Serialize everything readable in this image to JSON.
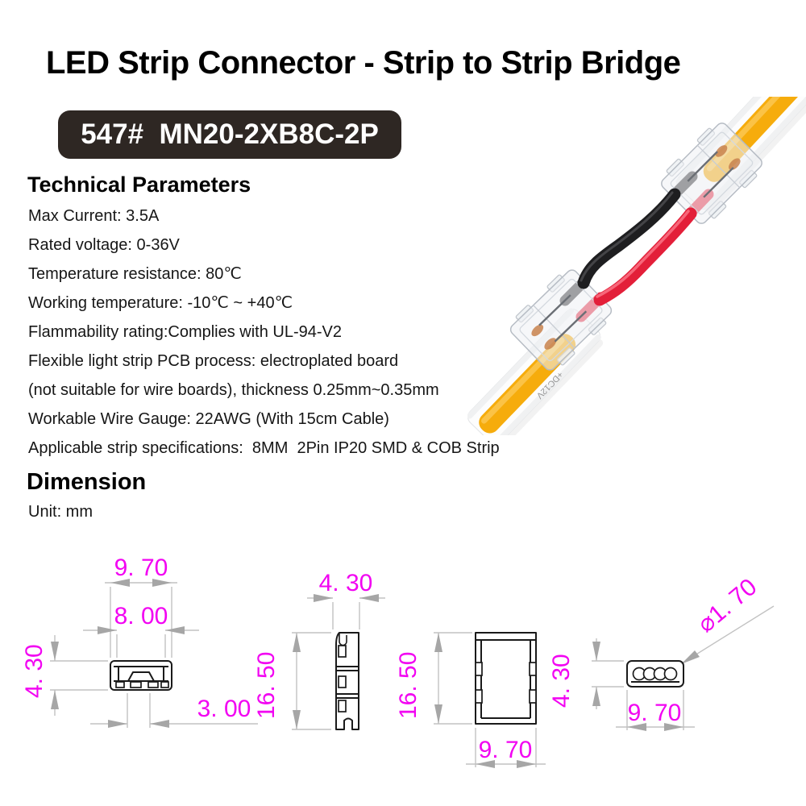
{
  "title": "LED Strip Connector - Strip to Strip Bridge",
  "badge": {
    "label": "547#  MN20-2XB8C-2P",
    "bg": "#2e2723",
    "fg": "#ffffff"
  },
  "technical": {
    "heading": "Technical Parameters",
    "lines": [
      "Max Current: 3.5A",
      "Rated voltage: 0-36V",
      "Temperature resistance: 80℃",
      "Working temperature: -10℃ ~ +40℃",
      "Flammability rating:Complies with UL-94-V2",
      "Flexible light strip PCB process: electroplated board",
      "(not suitable for wire boards), thickness 0.25mm~0.35mm",
      "Workable Wire Gauge: 22AWG (With 15cm Cable)",
      "Applicable strip specifications:  8MM  2Pin IP20 SMD & COB Strip"
    ]
  },
  "dimension": {
    "heading": "Dimension",
    "unit_label": "Unit: mm",
    "label_color": "#f203f2",
    "line_color": "#c2c2c2",
    "views": [
      {
        "name": "front-view",
        "labels": [
          "9. 70",
          "8. 00",
          "4. 30",
          "3. 00"
        ]
      },
      {
        "name": "side-profile",
        "labels": [
          "4. 30",
          "16. 50"
        ]
      },
      {
        "name": "top-view",
        "labels": [
          "16. 50",
          "9. 70"
        ]
      },
      {
        "name": "end-view",
        "labels": [
          "⌀1. 70",
          "4. 30",
          "9. 70"
        ]
      }
    ]
  },
  "photo": {
    "strip_print": "+DC12V",
    "colors": {
      "strip_core": "#f6ac0c",
      "strip_base": "#fdfdfd",
      "wire_red": "#e31f39",
      "wire_black": "#1e1e20",
      "connector": "#eef1f4"
    }
  }
}
